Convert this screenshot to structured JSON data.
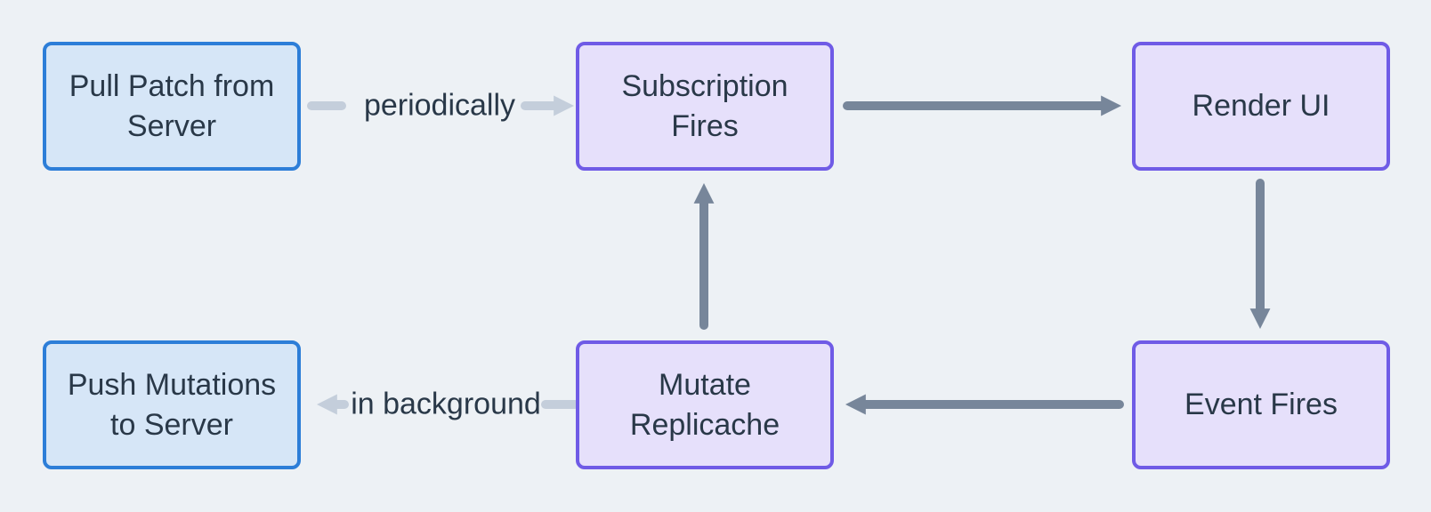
{
  "diagram": {
    "nodes": [
      {
        "label": "Pull Patch from Server",
        "kind": "server"
      },
      {
        "label": "Subscription Fires",
        "kind": "client"
      },
      {
        "label": "Render UI",
        "kind": "client"
      },
      {
        "label": "Push Mutations to Server",
        "kind": "server"
      },
      {
        "label": "Mutate Replicache",
        "kind": "client"
      },
      {
        "label": "Event Fires",
        "kind": "client"
      }
    ],
    "edges": [
      {
        "from": "Pull Patch from Server",
        "to": "Subscription Fires",
        "label": "periodically",
        "style": "light"
      },
      {
        "from": "Subscription Fires",
        "to": "Render UI",
        "label": "",
        "style": "solid"
      },
      {
        "from": "Render UI",
        "to": "Event Fires",
        "label": "",
        "style": "solid"
      },
      {
        "from": "Event Fires",
        "to": "Mutate Replicache",
        "label": "",
        "style": "solid"
      },
      {
        "from": "Mutate Replicache",
        "to": "Subscription Fires",
        "label": "",
        "style": "solid"
      },
      {
        "from": "Mutate Replicache",
        "to": "Push Mutations to Server",
        "label": "in background",
        "style": "light"
      }
    ],
    "colors": {
      "canvas_bg": "#edf1f5",
      "server_node_fill": "#d6e6f7",
      "server_node_border": "#2d7ed8",
      "client_node_fill": "#e6e0fb",
      "client_node_border": "#6f5be6",
      "arrow_solid": "#77869a",
      "arrow_light": "#c4cedb",
      "text": "#293848"
    }
  }
}
